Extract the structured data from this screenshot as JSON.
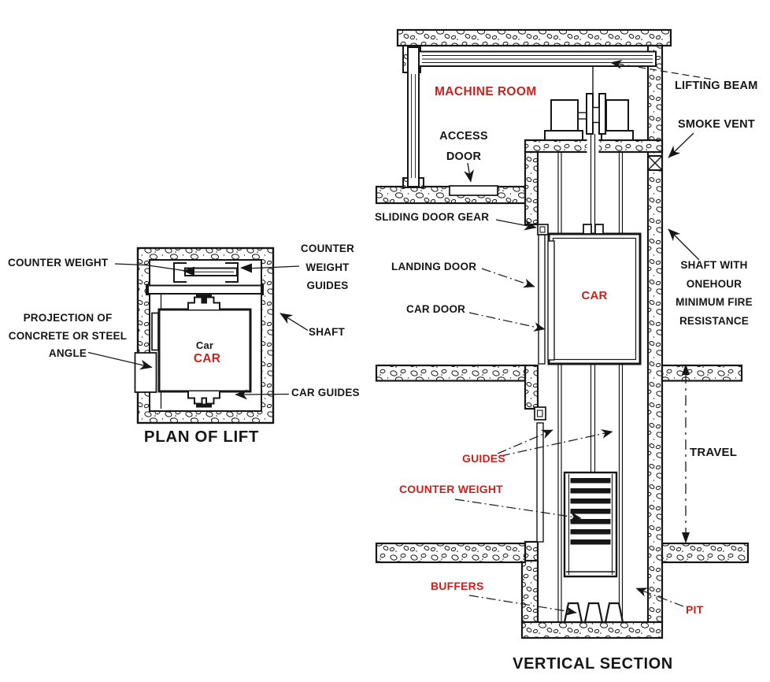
{
  "palette": {
    "ink": "#161616",
    "red": "#c4231f",
    "paper": "#ffffff"
  },
  "plan": {
    "title": "PLAN OF LIFT",
    "labels": {
      "counter_weight": "COUNTER WEIGHT",
      "counter_weight_guides": [
        "COUNTER",
        "WEIGHT",
        "GUIDES"
      ],
      "projection": [
        "PROJECTION OF",
        "CONCRETE OR STEEL",
        "ANGLE"
      ],
      "shaft": "SHAFT",
      "car_guides": "CAR GUIDES",
      "car_cabin": "Car",
      "car_red": "CAR"
    }
  },
  "section": {
    "title": "VERTICAL SECTION",
    "labels": {
      "machine_room": "MACHINE ROOM",
      "access_door": [
        "ACCESS",
        "DOOR"
      ],
      "lifting_beam": "LIFTING BEAM",
      "smoke_vent": "SMOKE VENT",
      "sliding_door_gear": "SLIDING DOOR GEAR",
      "landing_door": "LANDING DOOR",
      "car_door": "CAR DOOR",
      "car": "CAR",
      "shaft_fire": [
        "SHAFT WITH",
        "ONEHOUR",
        "MINIMUM FIRE",
        "RESISTANCE"
      ],
      "guides": "GUIDES",
      "counter_weight": "COUNTER WEIGHT",
      "travel": "TRAVEL",
      "buffers": "BUFFERS",
      "pit": "PIT"
    }
  }
}
